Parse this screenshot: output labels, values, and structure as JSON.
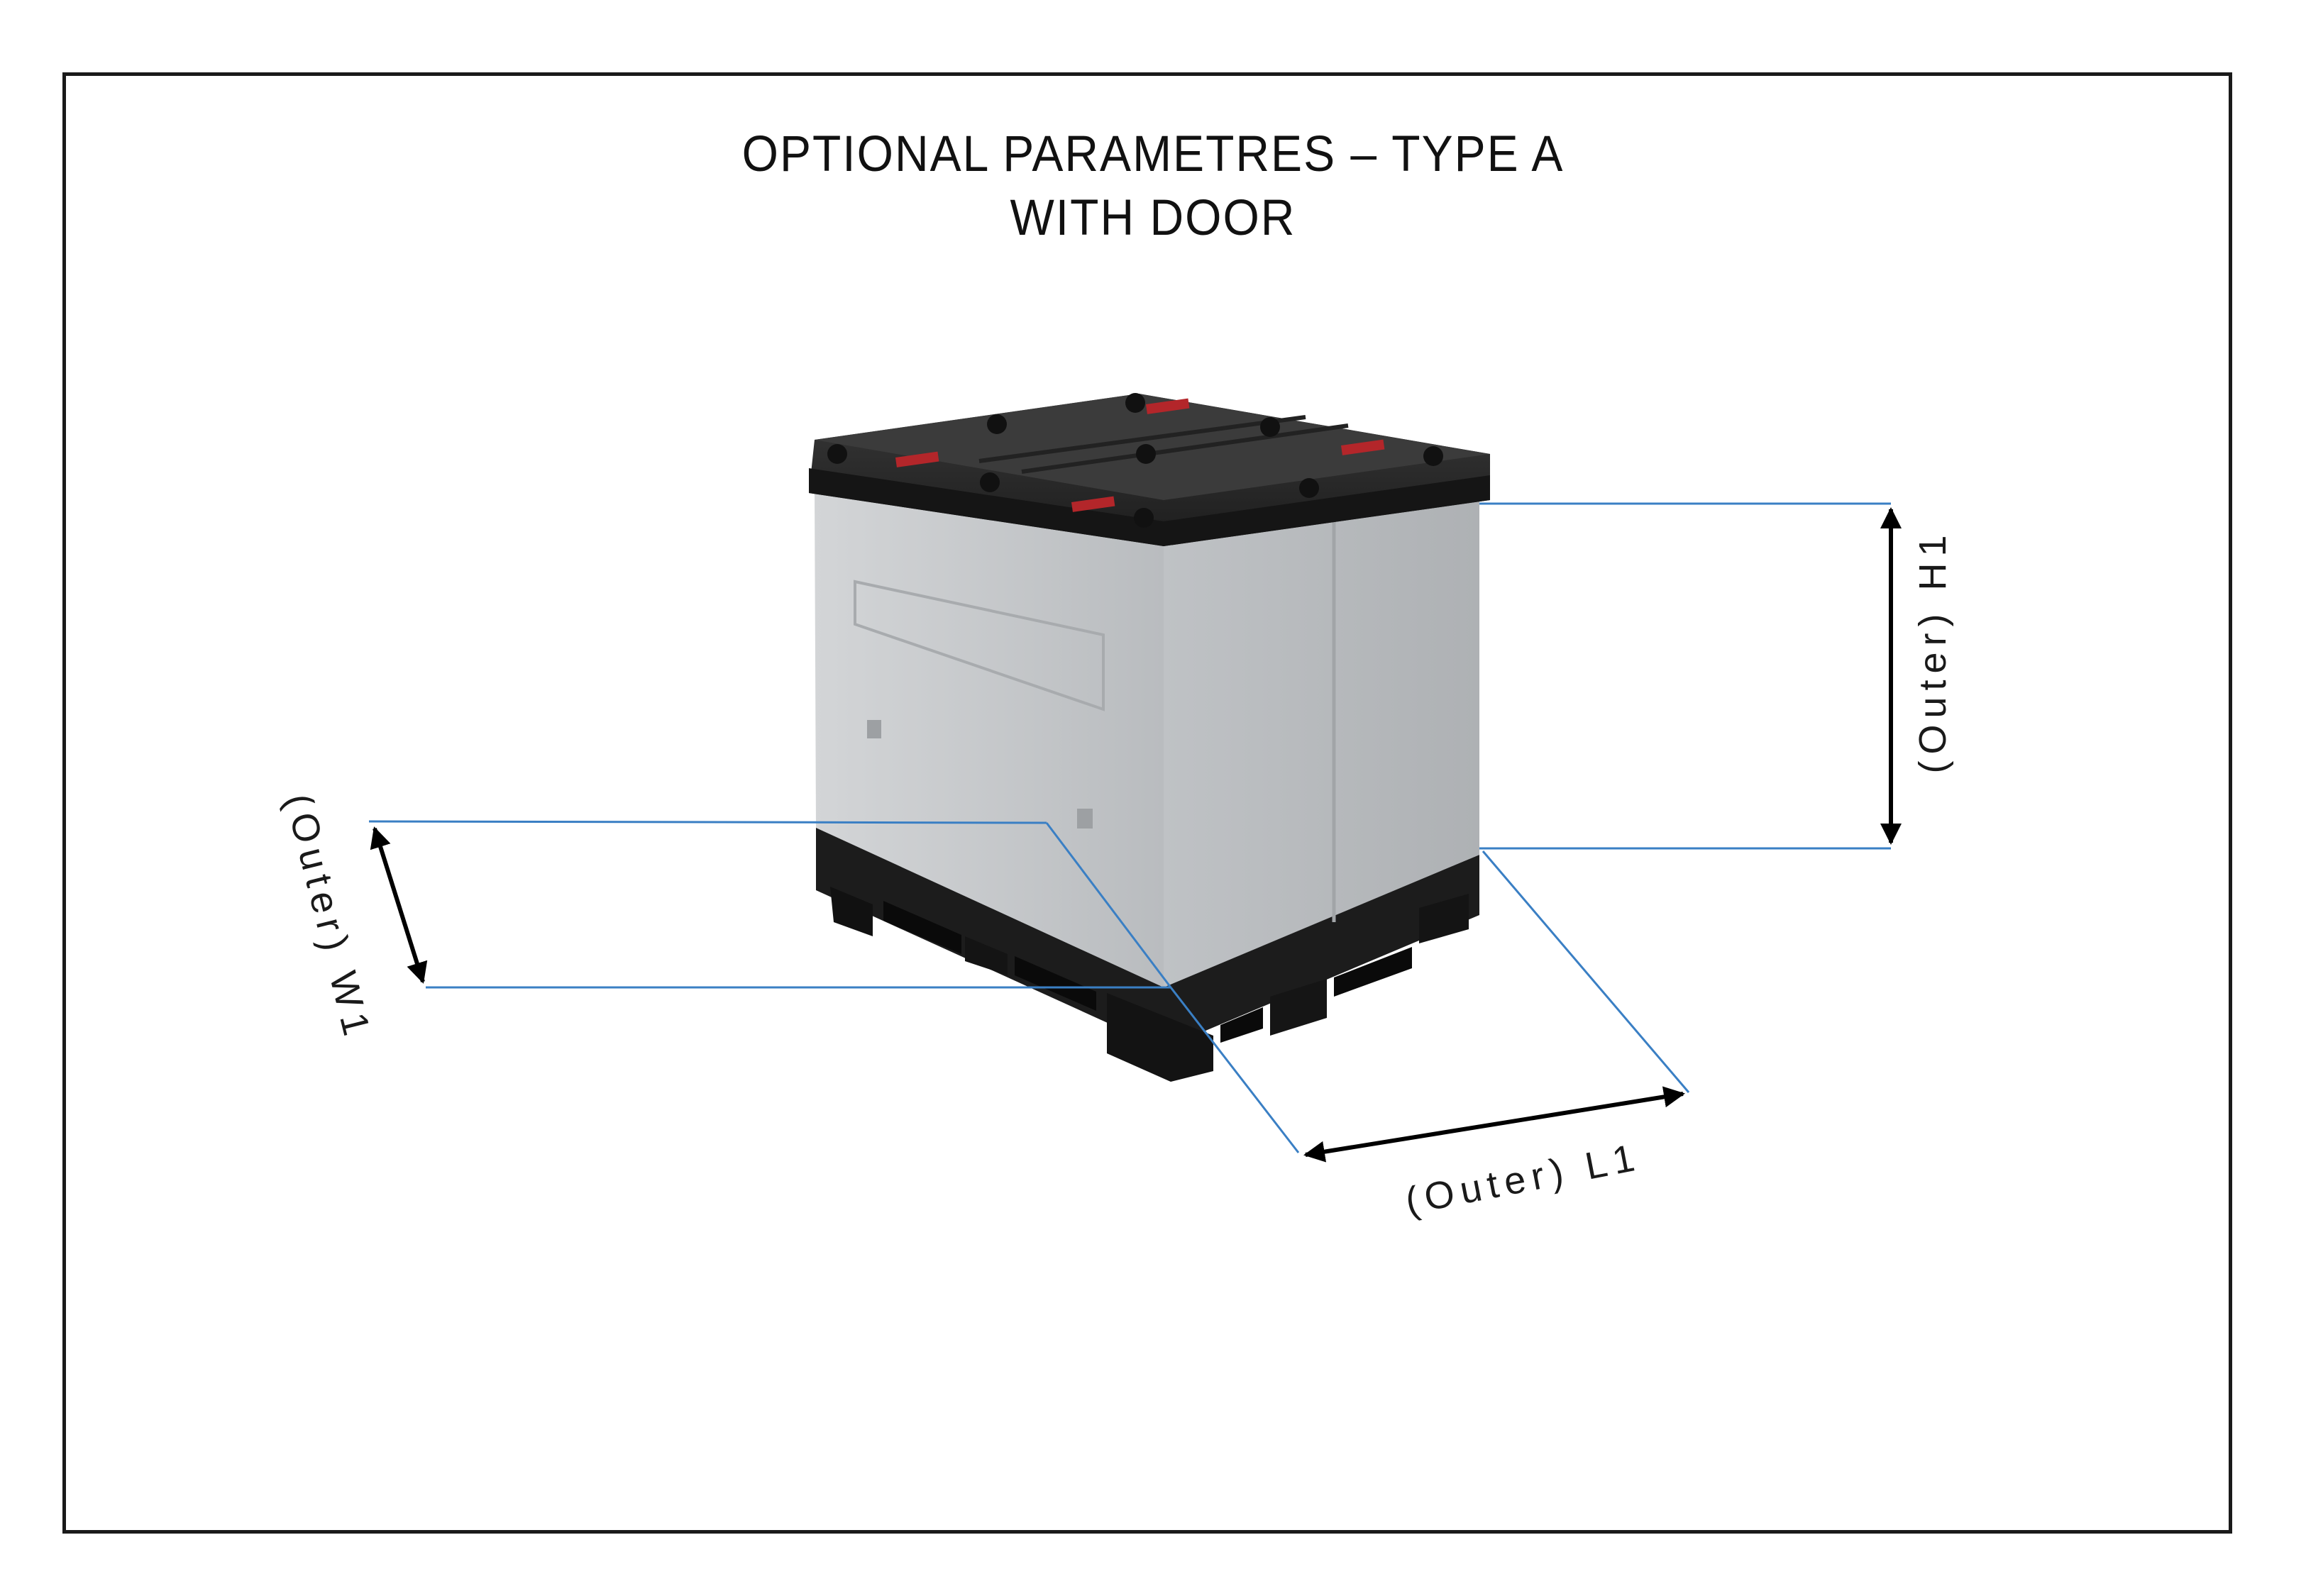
{
  "title": {
    "line1": "OPTIONAL PARAMETRES – TYPE A",
    "line2": "WITH DOOR"
  },
  "dimensions": {
    "height": "(Outer) H1",
    "width": "(Outer) W1",
    "length": "(Outer) L1"
  },
  "colors": {
    "border": "#1a1a1a",
    "guide_line": "#3a7fc4",
    "arrow": "#000000",
    "lid": "#2b2b2b",
    "body": "#c4c6c8",
    "pallet": "#1e1e1e",
    "accent_red": "#b3262a"
  },
  "icons": {
    "product": "foldable-pallet-box-icon"
  }
}
